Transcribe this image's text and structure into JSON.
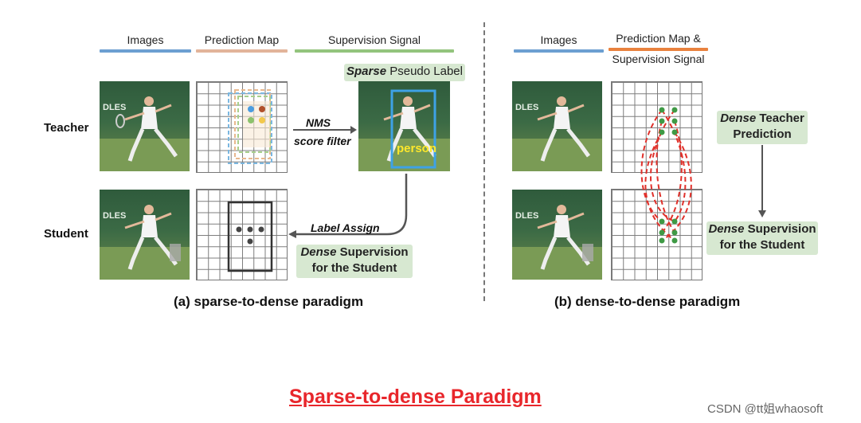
{
  "left": {
    "headers": {
      "images": "Images",
      "prediction_map": "Prediction Map",
      "supervision_signal": "Supervision Signal"
    },
    "row_labels": {
      "teacher": "Teacher",
      "student": "Student"
    },
    "sparse_label_emph": "Sparse",
    "sparse_label_rest": " Pseudo Label",
    "nms": "NMS",
    "score_filter": "score filter",
    "person_tag": "person",
    "label_assign": "Label Assign",
    "dense_sup_emph": "Dense",
    "dense_sup_rest": " Supervision",
    "dense_sup_line2": "for the Student",
    "caption": "(a) sparse-to-dense paradigm"
  },
  "right": {
    "headers": {
      "images": "Images",
      "pred_sup_line1": "Prediction Map &",
      "pred_sup_line2": "Supervision Signal"
    },
    "teacher_pred_emph": "Dense",
    "teacher_pred_rest": " Teacher",
    "teacher_pred_line2": "Prediction",
    "student_sup_emph": "Dense",
    "student_sup_rest": " Supervision",
    "student_sup_line2": "for the Student",
    "caption": "(b) dense-to-dense paradigm"
  },
  "photo_text": "DLES",
  "title": "Sparse-to-dense Paradigm",
  "watermark": "CSDN @tt姐whaosoft",
  "colors": {
    "images_bar": "#6c9fd1",
    "pred_bar": "#e2b49a",
    "sup_bar": "#93c47d",
    "pred_sup_bar": "#e9823e",
    "title": "#e8262b",
    "arrow_dash": "#e0302a",
    "dot_green": "#3f9a45",
    "box_fill": "#d7e8d1"
  }
}
